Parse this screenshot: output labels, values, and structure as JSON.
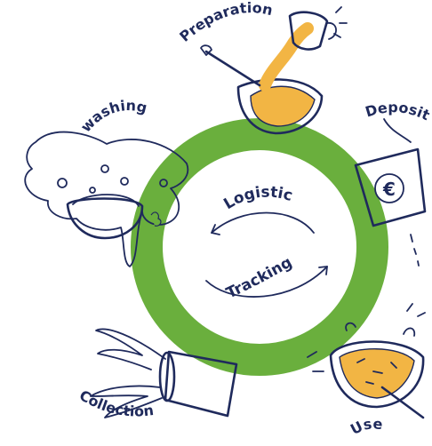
{
  "cycle": {
    "ring_color": "#6aaf3d",
    "ink_color": "#1f2a5c",
    "food_color": "#f2b544",
    "water_color": "#c8e2ef",
    "stages": {
      "preparation": "Preparation",
      "deposit": "Deposit",
      "use": "Use",
      "collection": "Collection",
      "washing": "washing"
    },
    "center": {
      "logistic": "Logistic",
      "tracking": "Tracking"
    },
    "deposit_symbol": "€"
  }
}
